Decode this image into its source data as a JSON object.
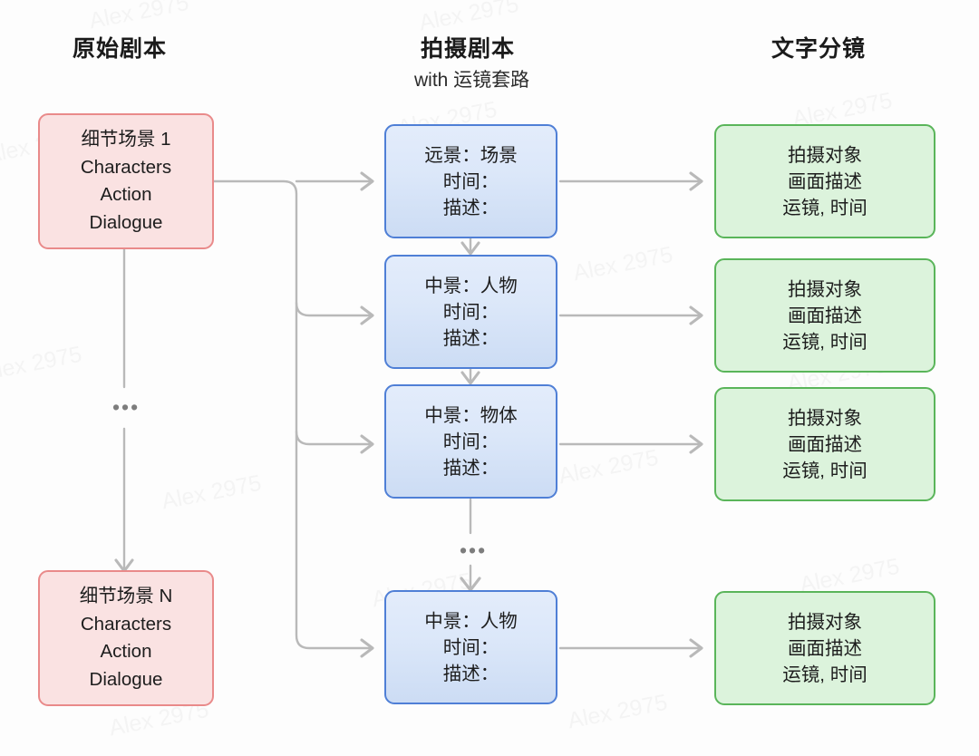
{
  "background": "#fdfdfd",
  "colors": {
    "pink_fill": "#fae2e2",
    "pink_border": "#e98a8a",
    "blue_fill_top": "#e3ecfb",
    "blue_fill_bottom": "#ccdcf4",
    "blue_border": "#4f7fd6",
    "green_fill": "#dcf3dc",
    "green_border": "#5ab55a",
    "connector": "#b9b9b9",
    "text": "#1d1d1d",
    "watermark": "#f4f4f4"
  },
  "watermark": {
    "text": "Alex 2975"
  },
  "columns": [
    {
      "id": "source-script",
      "title": "原始剧本",
      "subtitle": ""
    },
    {
      "id": "shooting-script",
      "title": "拍摄剧本",
      "subtitle": "with 运镜套路"
    },
    {
      "id": "text-storyboard",
      "title": "文字分镜",
      "subtitle": ""
    }
  ],
  "source_scenes": [
    {
      "id": "scene-1",
      "lines": [
        "细节场景 1",
        "Characters",
        "Action",
        "Dialogue"
      ]
    },
    {
      "id": "scene-n",
      "lines": [
        "细节场景 N",
        "Characters",
        "Action",
        "Dialogue"
      ]
    }
  ],
  "shots": [
    {
      "id": "shot-1",
      "lines": [
        "远景：场景",
        "时间：",
        "描述："
      ]
    },
    {
      "id": "shot-2",
      "lines": [
        "中景：人物",
        "时间：",
        "描述："
      ]
    },
    {
      "id": "shot-3",
      "lines": [
        "中景：物体",
        "时间：",
        "描述："
      ]
    },
    {
      "id": "shot-4",
      "lines": [
        "中景：人物",
        "时间：",
        "描述："
      ]
    }
  ],
  "storyboards": [
    {
      "id": "storyboard-1",
      "lines": [
        "拍摄对象",
        "画面描述",
        "运镜, 时间"
      ]
    },
    {
      "id": "storyboard-2",
      "lines": [
        "拍摄对象",
        "画面描述",
        "运镜, 时间"
      ]
    },
    {
      "id": "storyboard-3",
      "lines": [
        "拍摄对象",
        "画面描述",
        "运镜, 时间"
      ]
    },
    {
      "id": "storyboard-4",
      "lines": [
        "拍摄对象",
        "画面描述",
        "运镜, 时间"
      ]
    }
  ],
  "ellipsis": {
    "glyph": "•••",
    "label": "..."
  }
}
